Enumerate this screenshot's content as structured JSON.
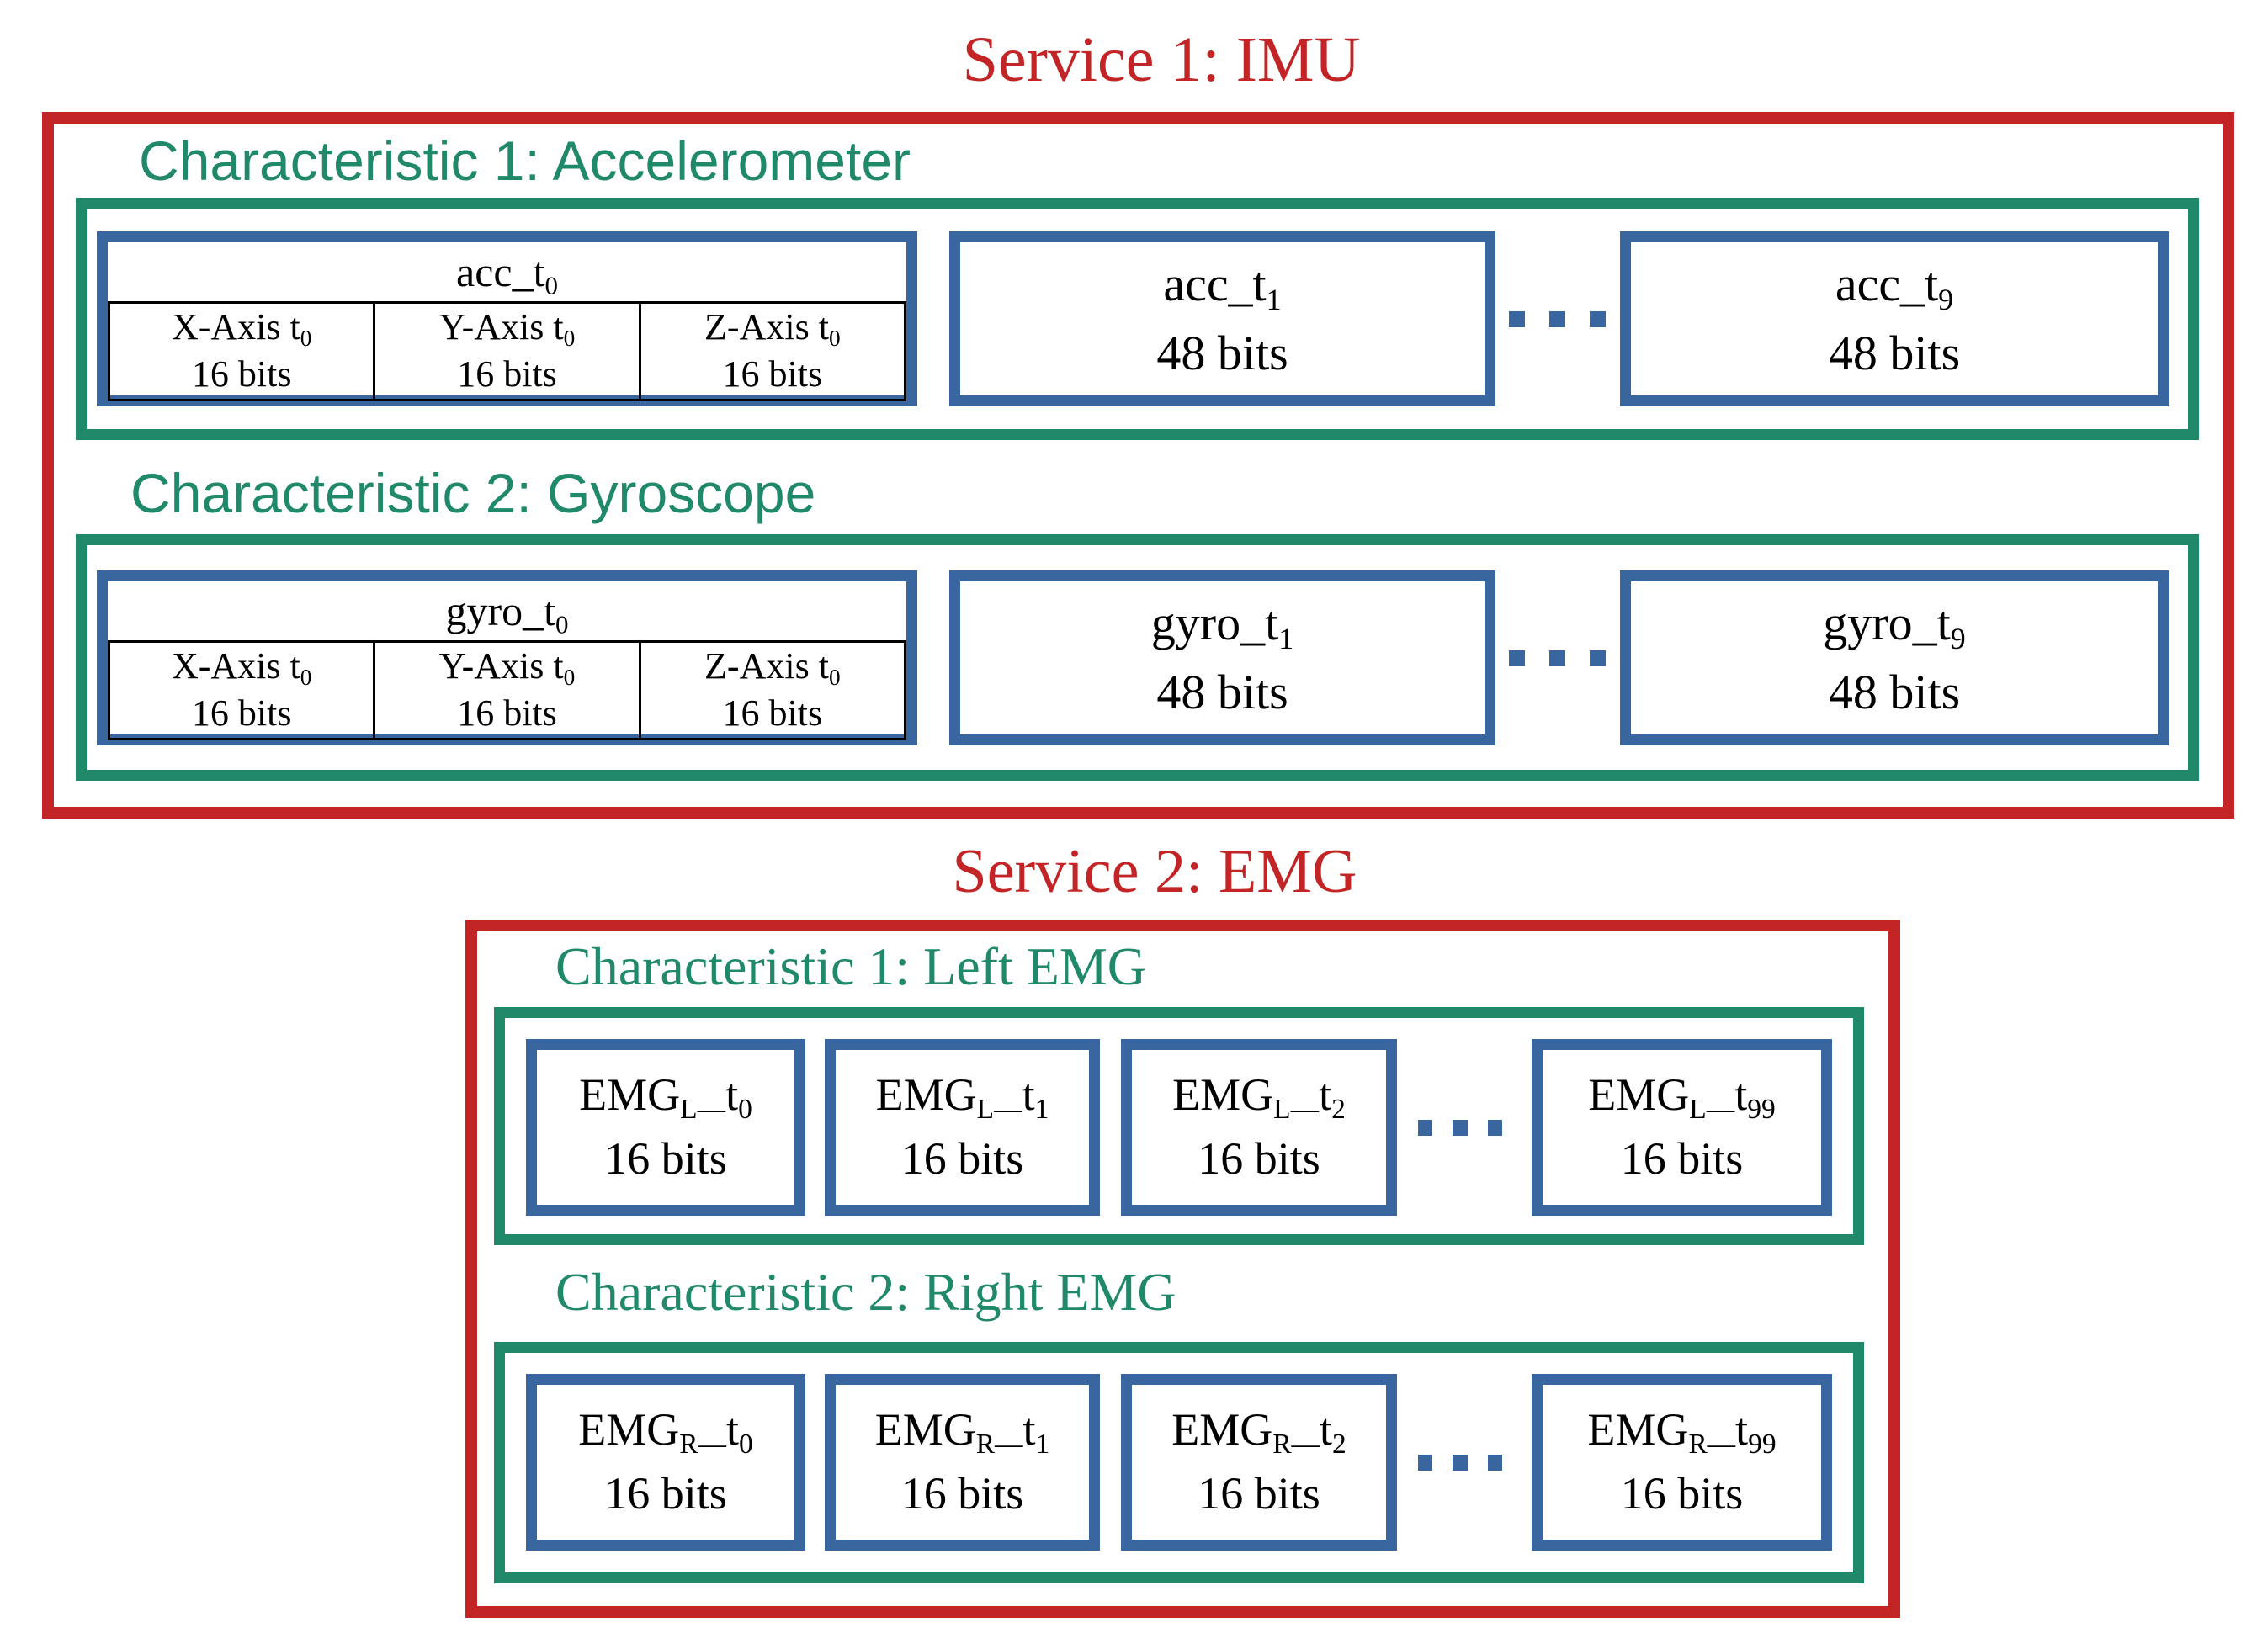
{
  "colors": {
    "red": "#C32526",
    "green": "#20896A",
    "blue": "#3A66A0",
    "table_line": "#000000",
    "background": "#FFFFFF"
  },
  "service1": {
    "title": "Service 1: IMU",
    "accelerometer": {
      "heading": "Characteristic 1: Accelerometer",
      "packet_table": {
        "header": {
          "base": "acc_t",
          "sub": "0"
        },
        "cells": [
          {
            "axis": "X-Axis t",
            "axis_sub": "0",
            "size": "16 bits"
          },
          {
            "axis": "Y-Axis t",
            "axis_sub": "0",
            "size": "16 bits"
          },
          {
            "axis": "Z-Axis t",
            "axis_sub": "0",
            "size": "16 bits"
          }
        ]
      },
      "box_t1": {
        "base": "acc_t",
        "sub": "1",
        "size": "48 bits"
      },
      "box_t9": {
        "base": "acc_t",
        "sub": "9",
        "size": "48 bits"
      },
      "ellipsis_icon": "three-square-dots"
    },
    "gyroscope": {
      "heading": "Characteristic 2: Gyroscope",
      "packet_table": {
        "header": {
          "base": "gyro_t",
          "sub": "0"
        },
        "cells": [
          {
            "axis": "X-Axis t",
            "axis_sub": "0",
            "size": "16 bits"
          },
          {
            "axis": "Y-Axis t",
            "axis_sub": "0",
            "size": "16 bits"
          },
          {
            "axis": "Z-Axis t",
            "axis_sub": "0",
            "size": "16 bits"
          }
        ]
      },
      "box_t1": {
        "base": "gyro_t",
        "sub": "1",
        "size": "48 bits"
      },
      "box_t9": {
        "base": "gyro_t",
        "sub": "9",
        "size": "48 bits"
      },
      "ellipsis_icon": "three-square-dots"
    }
  },
  "service2": {
    "title": "Service 2: EMG",
    "left_emg": {
      "heading": "Characteristic 1: Left EMG",
      "boxes": [
        {
          "base": "EMG",
          "sub1": "L—",
          "mid": "t",
          "sub2": "0",
          "size": "16 bits"
        },
        {
          "base": "EMG",
          "sub1": "L—",
          "mid": "t",
          "sub2": "1",
          "size": "16 bits"
        },
        {
          "base": "EMG",
          "sub1": "L—",
          "mid": "t",
          "sub2": "2",
          "size": "16 bits"
        },
        {
          "base": "EMG",
          "sub1": "L—",
          "mid": "t",
          "sub2": "99",
          "size": "16 bits"
        }
      ],
      "ellipsis_icon": "three-square-dots"
    },
    "right_emg": {
      "heading": "Characteristic 2: Right EMG",
      "boxes": [
        {
          "base": "EMG",
          "sub1": "R—",
          "mid": "t",
          "sub2": "0",
          "size": "16 bits"
        },
        {
          "base": "EMG",
          "sub1": "R—",
          "mid": "t",
          "sub2": "1",
          "size": "16 bits"
        },
        {
          "base": "EMG",
          "sub1": "R—",
          "mid": "t",
          "sub2": "2",
          "size": "16 bits"
        },
        {
          "base": "EMG",
          "sub1": "R—",
          "mid": "t",
          "sub2": "99",
          "size": "16 bits"
        }
      ],
      "ellipsis_icon": "three-square-dots"
    }
  }
}
